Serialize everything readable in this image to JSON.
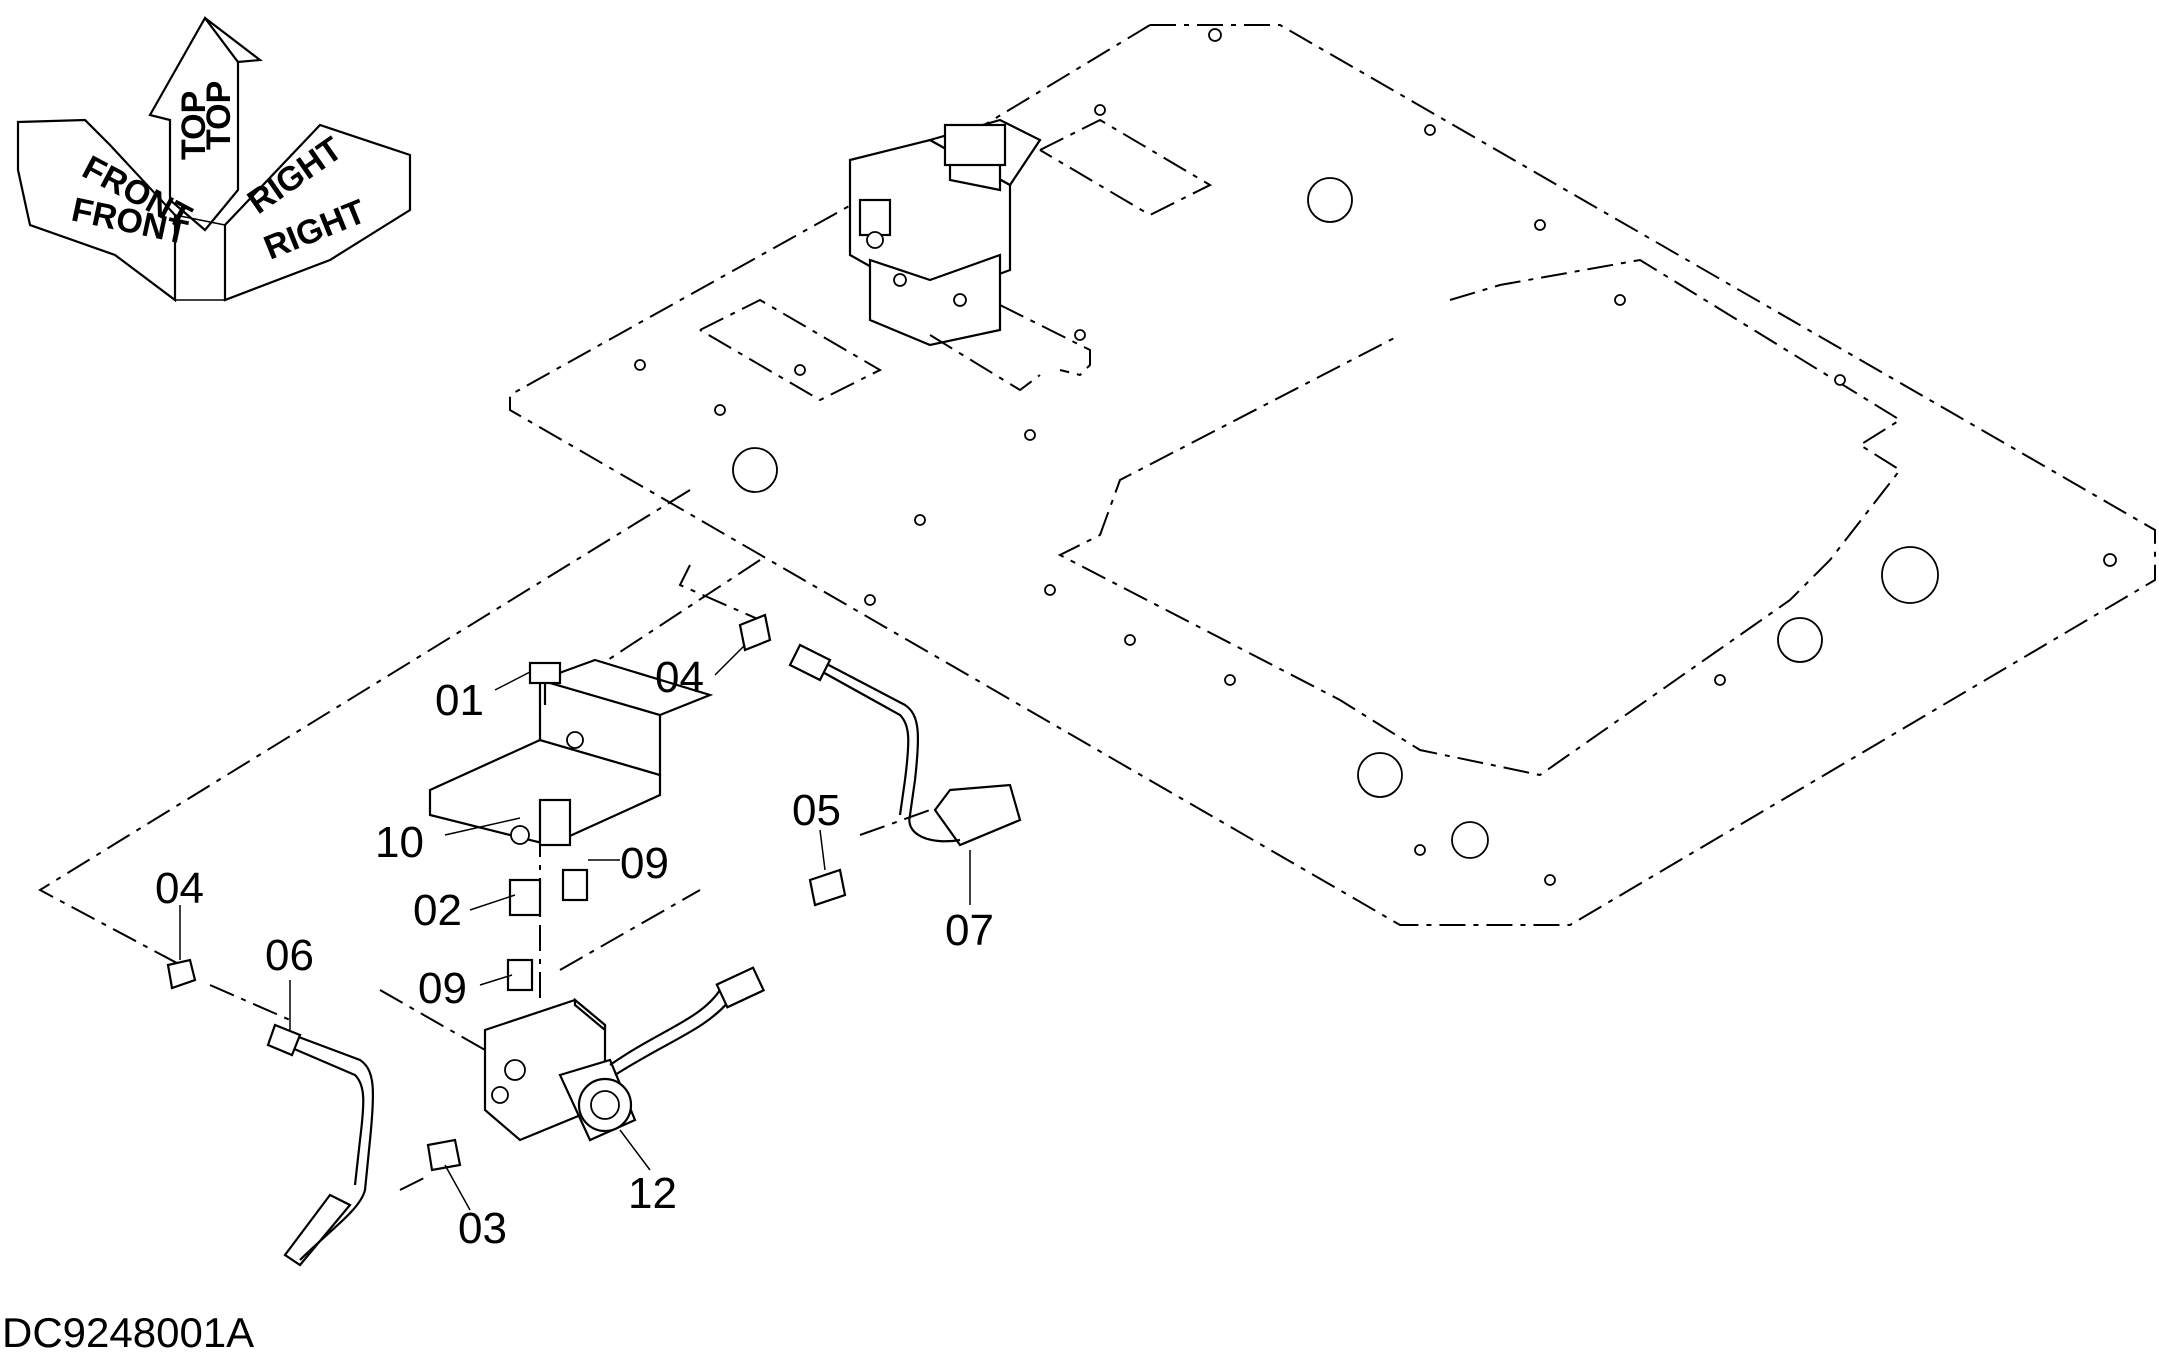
{
  "drawing_code": "DC9248001A",
  "orientation": {
    "top": "TOP",
    "front": "FRONT",
    "right": "RIGHT"
  },
  "callouts": {
    "c01": "01",
    "c02": "02",
    "c03": "03",
    "c04a": "04",
    "c04b": "04",
    "c05": "05",
    "c06": "06",
    "c07": "07",
    "c09a": "09",
    "c09b": "09",
    "c10": "10",
    "c12": "12"
  }
}
